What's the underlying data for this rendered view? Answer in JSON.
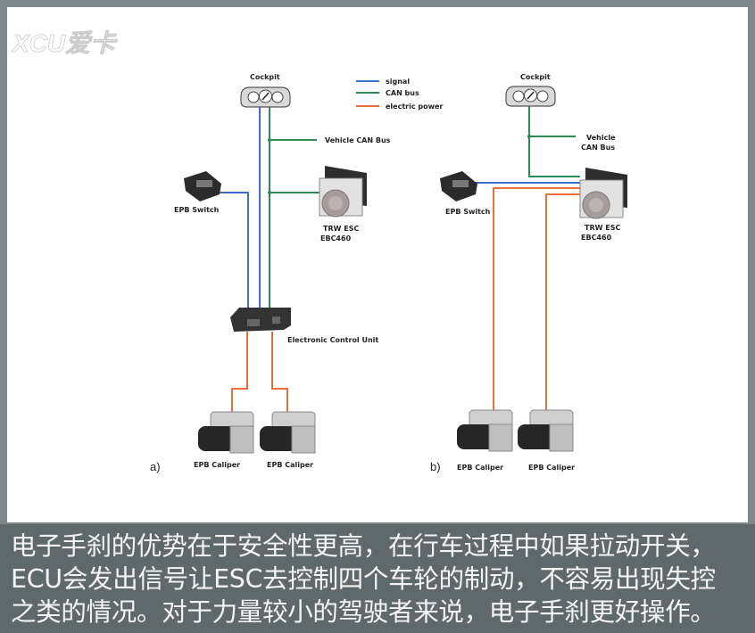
{
  "watermark": "XCU爱卡",
  "legend": [
    {
      "label": "signal",
      "color": "#3a72c8"
    },
    {
      "label": "CAN bus",
      "color": "#2e8b57"
    },
    {
      "label": "electric power",
      "color": "#e8703a"
    }
  ],
  "diagram_a": {
    "tag": "a)",
    "cockpit": "Cockpit",
    "vehicle_can_bus": "Vehicle CAN Bus",
    "esc_line1": "TRW ESC",
    "esc_line2": "EBC460",
    "epb_switch": "EPB Switch",
    "ecu": "Electronic Control Unit",
    "caliper_left": "EPB Caliper",
    "caliper_right": "EPB Caliper"
  },
  "diagram_b": {
    "tag": "b)",
    "cockpit": "Cockpit",
    "vehicle_line1": "Vehicle",
    "vehicle_line2": "CAN Bus",
    "esc_line1": "TRW ESC",
    "esc_line2": "EBC460",
    "epb_switch": "EPB Switch",
    "caliper_left": "EPB Caliper",
    "caliper_right": "EPB Caliper"
  },
  "caption": {
    "line1": "电子手刹的优势在于安全性更高，在行车过程中如果拉动开关，",
    "line2": "ECU会发出信号让ESC去控制四个车轮的制动，不容易出现失控",
    "line3": "之类的情况。对于力量较小的驾驶者来说，电子手刹更好操作。"
  }
}
